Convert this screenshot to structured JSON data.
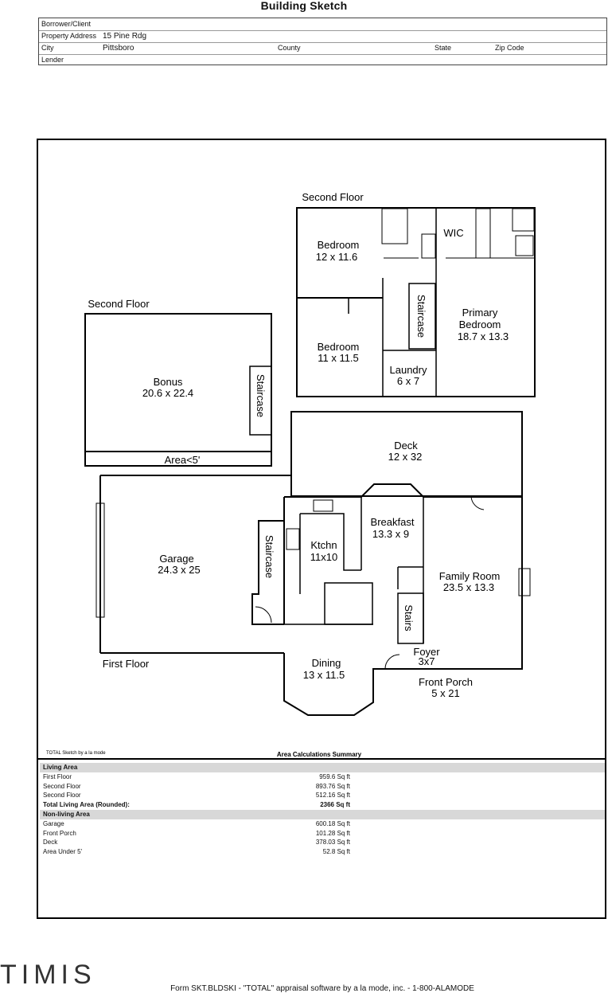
{
  "title": "Building Sketch",
  "header": {
    "borrower_label": "Borrower/Client",
    "address_label": "Property Address",
    "address_value": "15 Pine Rdg",
    "city_label": "City",
    "city_value": "Pittsboro",
    "county_label": "County",
    "state_label": "State",
    "zip_label": "Zip Code",
    "lender_label": "Lender"
  },
  "floorplan": {
    "second_floor_label_a": "Second Floor",
    "second_floor_label_b": "Second Floor",
    "first_floor_label": "First Floor",
    "rooms": {
      "bedroom1": {
        "name": "Bedroom",
        "dims": "12 x 11.6"
      },
      "wic": {
        "name": "WIC"
      },
      "bedroom2": {
        "name": "Bedroom",
        "dims": "11 x 11.5"
      },
      "staircase_upper": {
        "name": "Staircase"
      },
      "primary": {
        "name1": "Primary",
        "name2": "Bedroom",
        "dims": "18.7 x 13.3"
      },
      "laundry": {
        "name": "Laundry",
        "dims": "6 x 7"
      },
      "bonus": {
        "name": "Bonus",
        "dims": "20.6 x 22.4"
      },
      "staircase_bonus": {
        "name": "Staircase"
      },
      "area_under": {
        "name": "Area<5'"
      },
      "deck": {
        "name": "Deck",
        "dims": "12 x 32"
      },
      "garage": {
        "name": "Garage",
        "dims": "24.3 x 25"
      },
      "staircase_first": {
        "name": "Staircase"
      },
      "kitchen": {
        "name": "Ktchn",
        "dims": "11x10"
      },
      "breakfast": {
        "name": "Breakfast",
        "dims": "13.3 x 9"
      },
      "family": {
        "name": "Family Room",
        "dims": "23.5 x 13.3"
      },
      "stairs": {
        "name": "Stairs"
      },
      "foyer": {
        "name": "Foyer",
        "dims": "3x7"
      },
      "dining": {
        "name": "Dining",
        "dims": "13 x 11.5"
      },
      "porch": {
        "name": "Front Porch",
        "dims": "5 x 21"
      }
    }
  },
  "summary": {
    "credit": "TOTAL Sketch by a la mode",
    "heading": "Area Calculations Summary",
    "living_label": "Living Area",
    "living_rows": [
      {
        "label": "First Floor",
        "value": "959.6 Sq ft"
      },
      {
        "label": "Second Floor",
        "value": "893.76 Sq ft"
      },
      {
        "label": "Second Floor",
        "value": "512.16 Sq ft"
      }
    ],
    "total_label": "Total Living Area (Rounded):",
    "total_value": "2366 Sq ft",
    "nonliving_label": "Non-living Area",
    "nonliving_rows": [
      {
        "label": "Garage",
        "value": "600.18 Sq ft"
      },
      {
        "label": "Front Porch",
        "value": "101.28 Sq ft"
      },
      {
        "label": "Deck",
        "value": "378.03 Sq ft"
      },
      {
        "label": "Area Under 5'",
        "value": "52.8 Sq ft"
      }
    ]
  },
  "logo_text": "TIMIS",
  "footer": "Form SKT.BLDSKI - \"TOTAL\" appraisal software by a la mode, inc. - 1-800-ALAMODE"
}
